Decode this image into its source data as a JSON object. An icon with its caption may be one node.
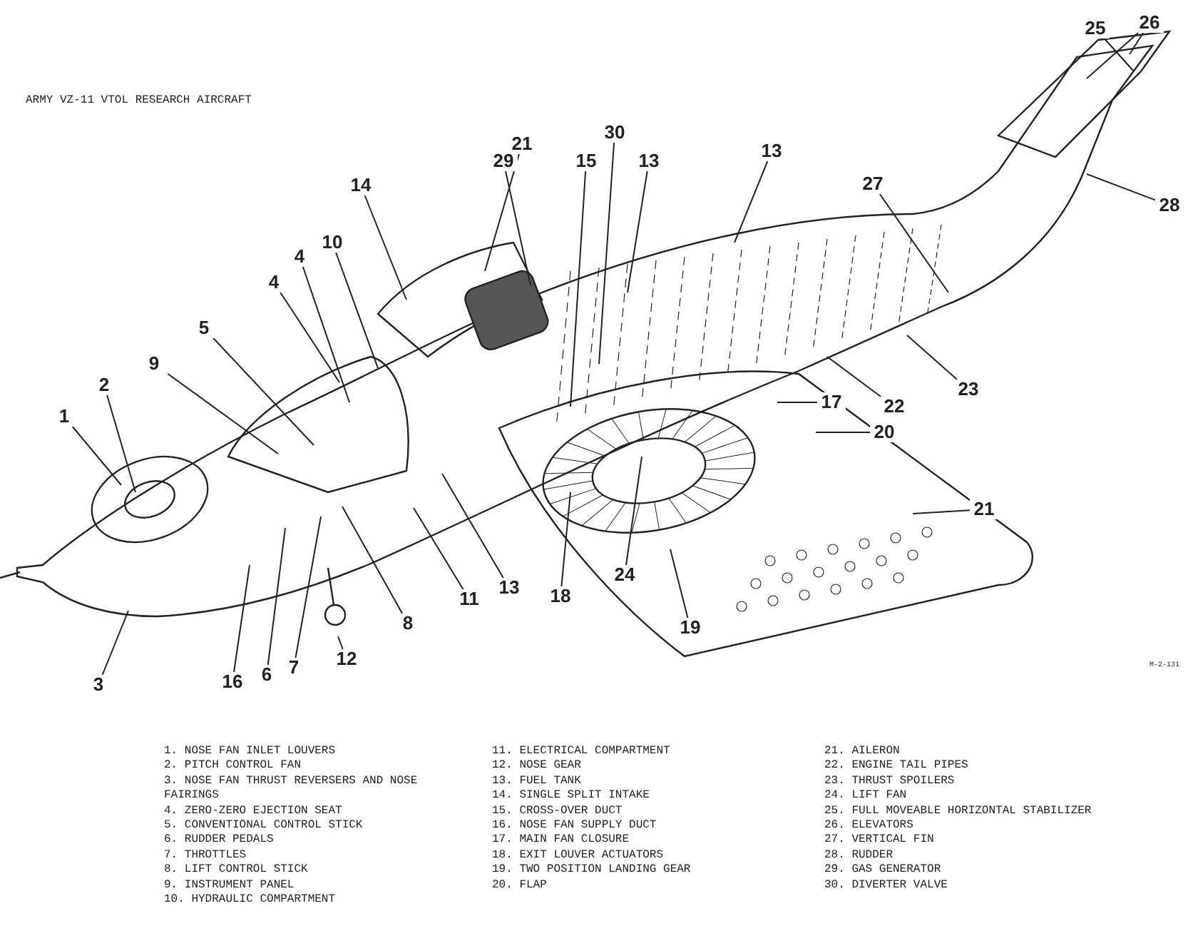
{
  "diagram": {
    "title": "ARMY VZ-11 VTOL RESEARCH AIRCRAFT",
    "nodes": [
      {
        "text": [
          "26"
        ]
      },
      {
        "text": [
          "25"
        ]
      },
      {
        "text": [
          "30"
        ]
      },
      {
        "text": [
          "21"
        ]
      },
      {
        "text": [
          "13"
        ]
      },
      {
        "text": [
          "15"
        ]
      },
      {
        "text": [
          "29"
        ]
      },
      {
        "text": [
          "13"
        ]
      },
      {
        "text": [
          "27"
        ]
      },
      {
        "text": [
          "14"
        ]
      },
      {
        "text": [
          "28"
        ]
      },
      {
        "text": [
          "10"
        ]
      },
      {
        "text": [
          "4"
        ]
      },
      {
        "text": [
          "4"
        ]
      },
      {
        "text": [
          "5"
        ]
      },
      {
        "text": [
          "9"
        ]
      },
      {
        "text": [
          "2"
        ]
      },
      {
        "text": [
          "23"
        ]
      },
      {
        "text": [
          "17"
        ]
      },
      {
        "text": [
          "22"
        ]
      },
      {
        "text": [
          "1"
        ]
      },
      {
        "text": [
          "20"
        ]
      },
      {
        "text": [
          "21"
        ]
      },
      {
        "text": [
          "24"
        ]
      },
      {
        "text": [
          "13"
        ]
      },
      {
        "text": [
          "18"
        ]
      },
      {
        "text": [
          "11"
        ]
      },
      {
        "text": [
          "8"
        ]
      },
      {
        "text": [
          "19"
        ]
      },
      {
        "text": [
          "12"
        ]
      },
      {
        "text": [
          "7"
        ]
      },
      {
        "text": [
          "6"
        ]
      },
      {
        "text": [
          "16"
        ]
      },
      {
        "text": [
          "3"
        ]
      }
    ],
    "edges": [
      {
        "from": 0,
        "to": null,
        "arrow": "none"
      },
      {
        "from": 0,
        "to": null,
        "arrow": "none"
      },
      {
        "from": 1,
        "to": null,
        "arrow": "none"
      },
      {
        "from": 2,
        "to": null,
        "arrow": "none"
      },
      {
        "from": 3,
        "to": null,
        "arrow": "none"
      },
      {
        "from": 4,
        "to": null,
        "arrow": "none"
      },
      {
        "from": 5,
        "to": null,
        "arrow": "none"
      },
      {
        "from": 6,
        "to": null,
        "arrow": "none"
      },
      {
        "from": 7,
        "to": null,
        "arrow": "none"
      },
      {
        "from": 8,
        "to": null,
        "arrow": "none"
      },
      {
        "from": 9,
        "to": null,
        "arrow": "none"
      },
      {
        "from": 10,
        "to": null,
        "arrow": "none"
      },
      {
        "from": 11,
        "to": null,
        "arrow": "none"
      },
      {
        "from": 12,
        "to": null,
        "arrow": "none"
      },
      {
        "from": 13,
        "to": null,
        "arrow": "none"
      },
      {
        "from": 14,
        "to": null,
        "arrow": "none"
      },
      {
        "from": 15,
        "to": null,
        "arrow": "none"
      },
      {
        "from": 16,
        "to": null,
        "arrow": "none"
      },
      {
        "from": 17,
        "to": null,
        "arrow": "none"
      },
      {
        "from": 18,
        "to": null,
        "arrow": "none"
      },
      {
        "from": 19,
        "to": null,
        "arrow": "none"
      },
      {
        "from": 20,
        "to": null,
        "arrow": "none"
      },
      {
        "from": 21,
        "to": null,
        "arrow": "none"
      },
      {
        "from": 22,
        "to": null,
        "arrow": "none"
      },
      {
        "from": 23,
        "to": null,
        "arrow": "none"
      },
      {
        "from": 24,
        "to": null,
        "arrow": "none"
      },
      {
        "from": 25,
        "to": null,
        "arrow": "none"
      },
      {
        "from": 26,
        "to": null,
        "arrow": "none"
      },
      {
        "from": 27,
        "to": null,
        "arrow": "none"
      },
      {
        "from": 28,
        "to": null,
        "arrow": "none"
      },
      {
        "from": 29,
        "to": null,
        "arrow": "none"
      },
      {
        "from": 30,
        "to": null,
        "arrow": "none"
      },
      {
        "from": 31,
        "to": null,
        "arrow": "none"
      },
      {
        "from": 32,
        "to": null,
        "arrow": "none"
      },
      {
        "from": 33,
        "to": null,
        "arrow": "none"
      }
    ],
    "labels": [
      "M-2-131",
      "1. NOSE FAN INLET LOUVERS",
      "2. PITCH CONTROL FAN",
      "3. NOSE FAN THRUST REVERSERS AND NOSE FAIRINGS",
      "4. ZERO-ZERO EJECTION SEAT",
      "5. CONVENTIONAL CONTROL STICK",
      "6. RUDDER PEDALS",
      "7. THROTTLES",
      "8. LIFT CONTROL STICK",
      "9. INSTRUMENT PANEL",
      "10. HYDRAULIC COMPARTMENT",
      "11. ELECTRICAL COMPARTMENT",
      "12. NOSE GEAR",
      "13. FUEL TANK",
      "14. SINGLE SPLIT INTAKE",
      "15. CROSS-OVER DUCT",
      "16. NOSE FAN SUPPLY DUCT",
      "17. MAIN FAN CLOSURE",
      "18. EXIT LOUVER ACTUATORS",
      "19. TWO POSITION LANDING GEAR",
      "20. FLAP",
      "21. AILERON",
      "22. ENGINE TAIL PIPES",
      "23. THRUST SPOILERS",
      "24. LIFT FAN",
      "25. FULL MOVEABLE HORIZONTAL STABILIZER",
      "26. ELEVATORS",
      "27. VERTICAL FIN",
      "28. RUDDER",
      "29. GAS GENERATOR",
      "30. DIVERTER VALVE"
    ]
  }
}
